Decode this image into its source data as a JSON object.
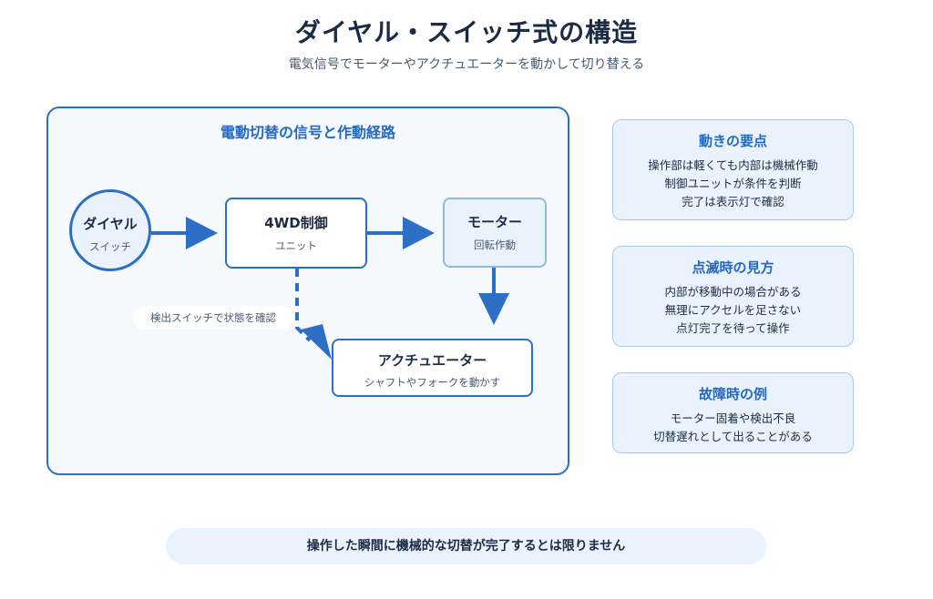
{
  "header": {
    "title": "ダイヤル・スイッチ式の構造",
    "subtitle": "電気信号でモーターやアクチュエーターを動かして切り替える"
  },
  "diagram": {
    "panel_title": "電動切替の信号と作動経路",
    "nodes": {
      "dial": {
        "label": "ダイヤル",
        "sub": "スイッチ"
      },
      "controller": {
        "label": "4WD制御",
        "sub": "ユニット"
      },
      "motor": {
        "label": "モーター",
        "sub": "回転作動"
      },
      "actuator": {
        "label": "アクチュエーター",
        "sub": "シャフトやフォークを動かす"
      }
    },
    "edge_label": "検出スイッチで状態を確認",
    "colors": {
      "accent": "#2d6fc5",
      "panel_bg": "#f5f9fe",
      "card_bg": "#eaf3fd"
    }
  },
  "cards": [
    {
      "title": "動きの要点",
      "lines": [
        "操作部は軽くても内部は機械作動",
        "制御ユニットが条件を判断",
        "完了は表示灯で確認"
      ]
    },
    {
      "title": "点滅時の見方",
      "lines": [
        "内部が移動中の場合がある",
        "無理にアクセルを足さない",
        "点灯完了を待って操作"
      ]
    },
    {
      "title": "故障時の例",
      "lines": [
        "モーター固着や検出不良",
        "切替遅れとして出ることがある"
      ]
    }
  ],
  "footer": {
    "note": "操作した瞬間に機械的な切替が完了するとは限りません"
  }
}
